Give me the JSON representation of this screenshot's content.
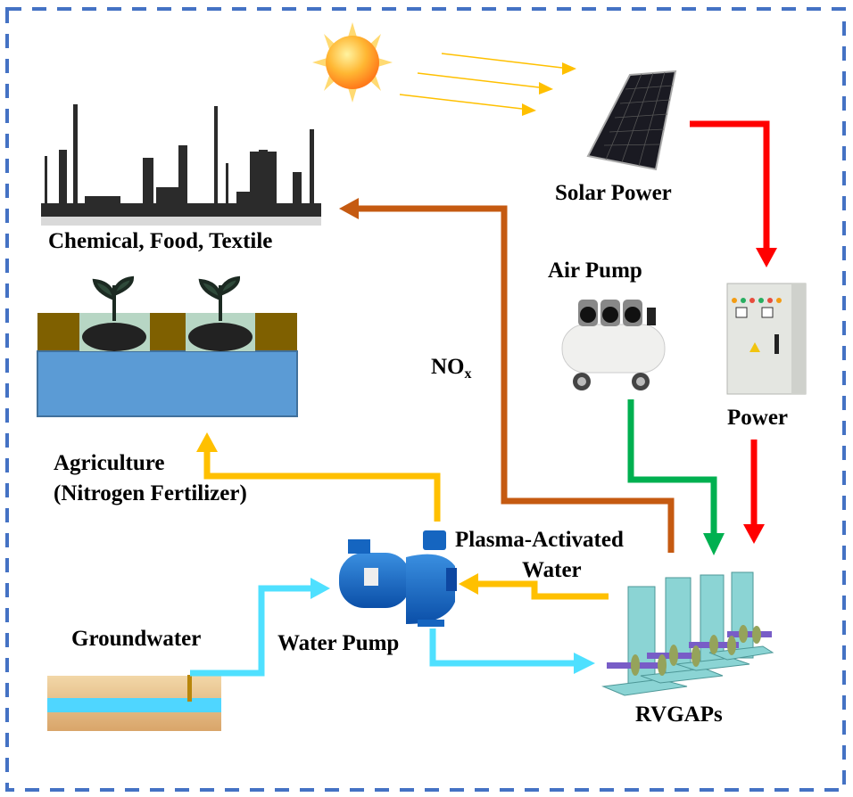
{
  "diagram": {
    "title": "Plasma-activated water production system",
    "border_color": "#4472C4",
    "nodes": {
      "sun": {
        "label": "",
        "icon": "sun-icon"
      },
      "solar": {
        "label": "Solar Power",
        "icon": "solar-panel-icon"
      },
      "industry": {
        "label": "Chemical, Food, Textile",
        "icon": "factory-skyline-icon"
      },
      "agriculture": {
        "label_line1": "Agriculture",
        "label_line2": "(Nitrogen Fertilizer)",
        "icon": "plant-soil-icon"
      },
      "air_pump": {
        "label": "Air Pump",
        "icon": "air-compressor-icon"
      },
      "power": {
        "label": "Power",
        "icon": "power-cabinet-icon"
      },
      "nox": {
        "label": "NO",
        "subscript": "x"
      },
      "pav": {
        "label_line1": "Plasma-Activated",
        "label_line2": "Water"
      },
      "groundwater": {
        "label": "Groundwater",
        "icon": "groundwater-icon"
      },
      "water_pump": {
        "label": "Water Pump",
        "icon": "water-pump-icon"
      },
      "rvgaps": {
        "label": "RVGAPs",
        "icon": "reactor-array-icon"
      }
    },
    "flows": [
      {
        "from": "sun",
        "to": "solar",
        "color": "#FFC000",
        "meaning": "sunlight"
      },
      {
        "from": "solar",
        "to": "power",
        "color": "#FF0000",
        "meaning": "electricity"
      },
      {
        "from": "power",
        "to": "rvgaps",
        "color": "#FF0000",
        "meaning": "electricity"
      },
      {
        "from": "air_pump",
        "to": "rvgaps",
        "color": "#00B050",
        "meaning": "air"
      },
      {
        "from": "rvgaps",
        "to": "industry",
        "color": "#C55A11",
        "meaning": "NOx"
      },
      {
        "from": "groundwater",
        "to": "water_pump",
        "color": "#4FE0FF",
        "meaning": "water"
      },
      {
        "from": "water_pump",
        "to": "rvgaps",
        "color": "#4FE0FF",
        "meaning": "water"
      },
      {
        "from": "rvgaps",
        "to": "water_pump",
        "color": "#FFC000",
        "meaning": "plasma-activated water"
      },
      {
        "from": "water_pump",
        "to": "agriculture",
        "color": "#FFC000",
        "meaning": "fertilizer"
      }
    ]
  }
}
